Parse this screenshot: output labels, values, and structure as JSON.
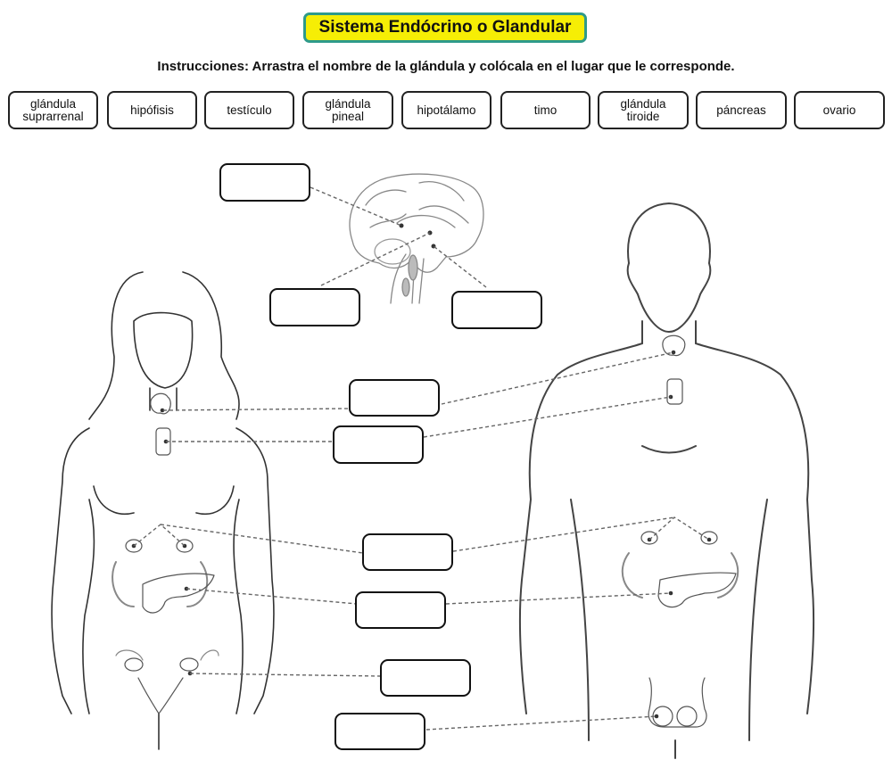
{
  "header": {
    "title": "Sistema Endócrino o Glandular",
    "instructions": "Instrucciones: Arrastra el nombre de la glándula y colócala en el lugar que le corresponde.",
    "title_bg": "#f6ee05",
    "title_border": "#2e9a8a"
  },
  "word_bank": [
    {
      "label": "glándula suprarrenal"
    },
    {
      "label": "hipófisis"
    },
    {
      "label": "testículo"
    },
    {
      "label": "glándula pineal"
    },
    {
      "label": "hipotálamo"
    },
    {
      "label": "timo"
    },
    {
      "label": "glándula tiroide"
    },
    {
      "label": "páncreas"
    },
    {
      "label": "ovario"
    }
  ],
  "drop_zones": [
    {
      "id": "brain-top-left",
      "value": ""
    },
    {
      "id": "brain-bottom-left",
      "value": ""
    },
    {
      "id": "brain-bottom-right",
      "value": ""
    },
    {
      "id": "thyroid",
      "value": ""
    },
    {
      "id": "thymus",
      "value": ""
    },
    {
      "id": "adrenal",
      "value": ""
    },
    {
      "id": "pancreas",
      "value": ""
    },
    {
      "id": "ovary",
      "value": ""
    },
    {
      "id": "testicle",
      "value": ""
    }
  ],
  "figures": {
    "brain": "brain-diagram",
    "female": "female-body-outline",
    "male": "male-body-outline"
  }
}
